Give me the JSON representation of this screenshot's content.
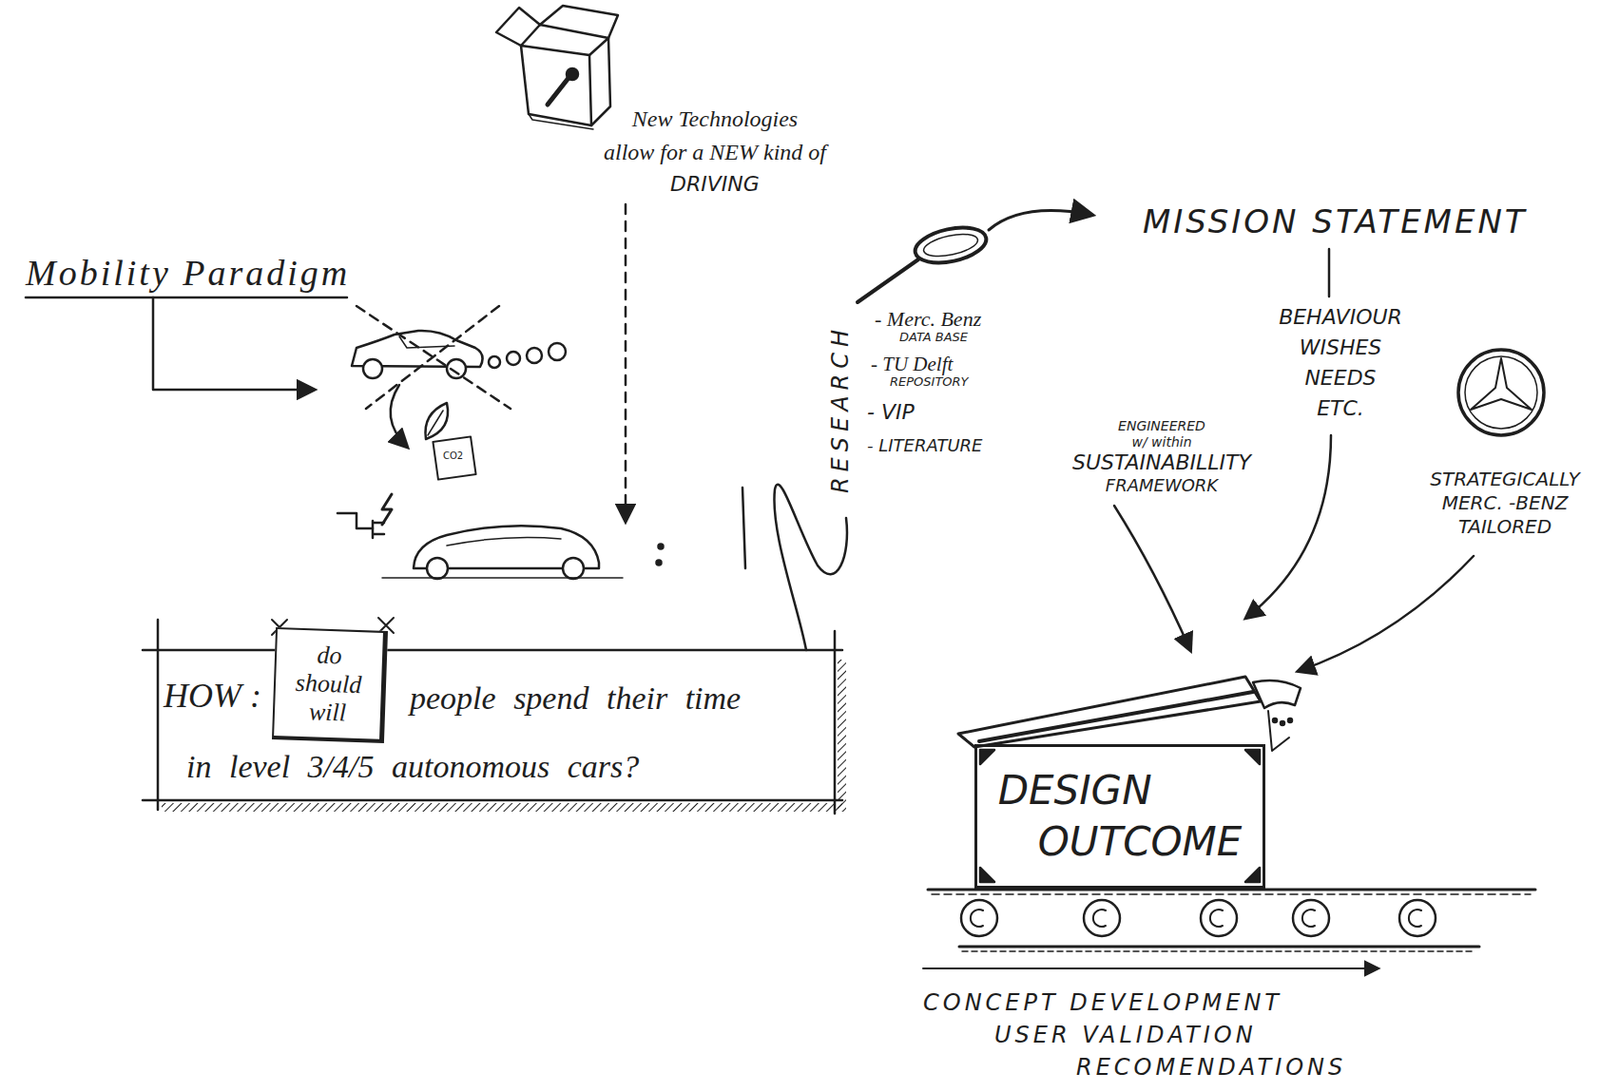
{
  "diagram": {
    "nodes": [
      {
        "text": [
          "HOW :",
          "people spend their time in level 3/4/5 autonomous cars?"
        ]
      },
      {
        "text": [
          "do should will"
        ],
        "in": 0
      },
      {
        "text": [
          "DESIGN OUTCOME"
        ]
      }
    ],
    "labels": [
      "New Technologies allow for a NEW kind of DRIVING",
      "Mobility Paradigm",
      "CO2",
      "RESEARCH",
      "- Merc. Benz DATA BASE",
      "- TU Delft REPOSITORY",
      "- VIP",
      "- LITERATURE",
      "MISSION STATEMENT",
      "BEHAVIOUR WISHES NEEDS ETC.",
      "ENGINEERED w/ within SUSTAINABILLITY FRAMEWORK",
      "STRATEGICALLY MERC. -BENZ TAILORED",
      "CONCEPT DEVELOPMENT USER VALIDATION RECOMENDATIONS"
    ]
  }
}
